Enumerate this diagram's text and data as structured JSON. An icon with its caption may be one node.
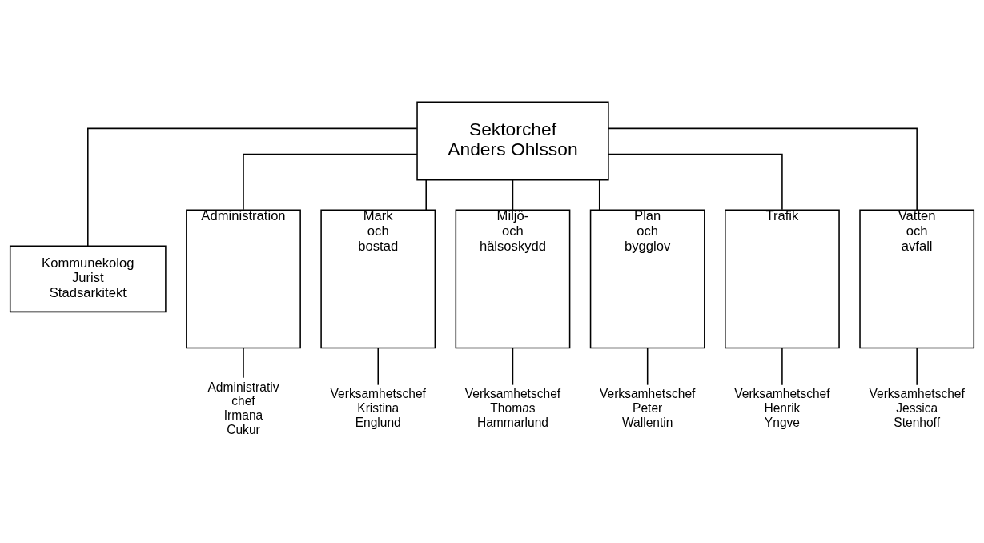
{
  "diagram": {
    "nodes": [
      {
        "text": [
          "Sektorchef",
          "Anders Ohlsson"
        ]
      },
      {
        "text": [
          "Kommunekolog",
          "Jurist",
          "Stadsarkitekt"
        ]
      },
      {
        "text": [
          "Administration"
        ]
      },
      {
        "text": [
          "Mark och bostad"
        ]
      },
      {
        "text": [
          "Miljö- och hälsoskydd"
        ]
      },
      {
        "text": [
          "Plan och bygglov"
        ]
      },
      {
        "text": [
          "Trafik"
        ]
      },
      {
        "text": [
          "Vatten och avfall"
        ]
      },
      {
        "text": [
          "Administrativ chef Irmana Cukur"
        ]
      },
      {
        "text": [
          "Verksamhetschef Kristina Englund"
        ]
      },
      {
        "text": [
          "Verksamhetschef Thomas Hammarlund"
        ]
      },
      {
        "text": [
          "Verksamhetschef Peter Wallentin"
        ]
      },
      {
        "text": [
          "Verksamhetschef Henrik Yngve"
        ]
      },
      {
        "text": [
          "Verksamhetschef Jessica Stenhoff"
        ]
      }
    ],
    "edges": [
      {
        "from": 0,
        "to": 1,
        "arrow": "none"
      },
      {
        "from": 0,
        "to": 2,
        "arrow": "none"
      },
      {
        "from": 0,
        "to": 3,
        "arrow": "none"
      },
      {
        "from": 0,
        "to": 4,
        "arrow": "none"
      },
      {
        "from": 0,
        "to": 5,
        "arrow": "none"
      },
      {
        "from": 0,
        "to": 6,
        "arrow": "none"
      },
      {
        "from": 0,
        "to": 7,
        "arrow": "none"
      },
      {
        "from": 2,
        "to": 8,
        "arrow": "none"
      },
      {
        "from": 3,
        "to": 9,
        "arrow": "none"
      },
      {
        "from": 4,
        "to": 10,
        "arrow": "none"
      },
      {
        "from": 5,
        "to": 11,
        "arrow": "none"
      },
      {
        "from": 6,
        "to": 12,
        "arrow": "none"
      },
      {
        "from": 7,
        "to": 13,
        "arrow": "none"
      }
    ]
  }
}
